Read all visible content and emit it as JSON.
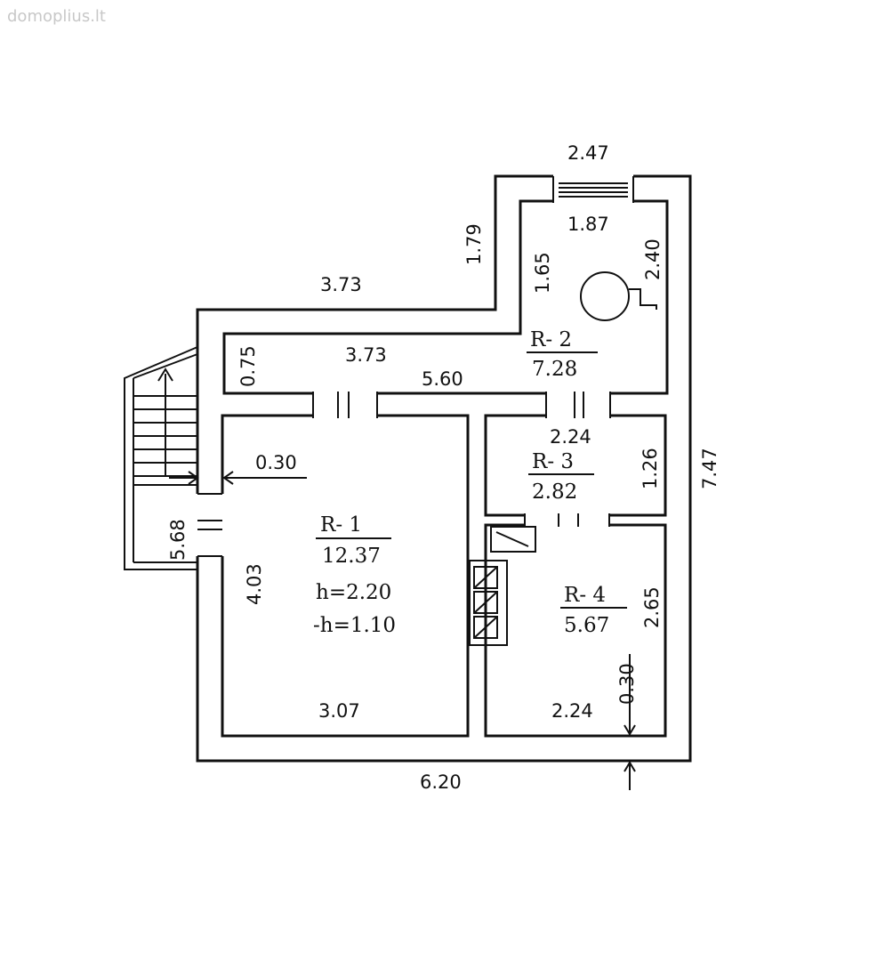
{
  "watermark": "domoplius.lt",
  "rooms": [
    {
      "id": "R- 1",
      "area": "12.37",
      "height": "h=2.20",
      "height_below": "-h=1.10"
    },
    {
      "id": "R- 2",
      "area": "7.28"
    },
    {
      "id": "R- 3",
      "area": "2.82"
    },
    {
      "id": "R- 4",
      "area": "5.67"
    }
  ],
  "dimensions": {
    "top_bay_width": "2.47",
    "bay_inner_width": "1.87",
    "bay_depth": "1.79",
    "bay_inner_left": "1.65",
    "bay_inner_right": "2.40",
    "upper_outer_width": "3.73",
    "corridor_width": "3.73",
    "corridor_depth": "0.75",
    "corridor_total": "5.60",
    "r3_width": "2.24",
    "r3_depth": "1.26",
    "overall_depth": "7.47",
    "wall_thickness": "0.30",
    "stair_length": "5.68",
    "r1_depth": "4.03",
    "r1_width": "3.07",
    "r4_depth": "2.65",
    "r4_wall": "0.30",
    "r4_width": "2.24",
    "overall_width": "6.20"
  }
}
